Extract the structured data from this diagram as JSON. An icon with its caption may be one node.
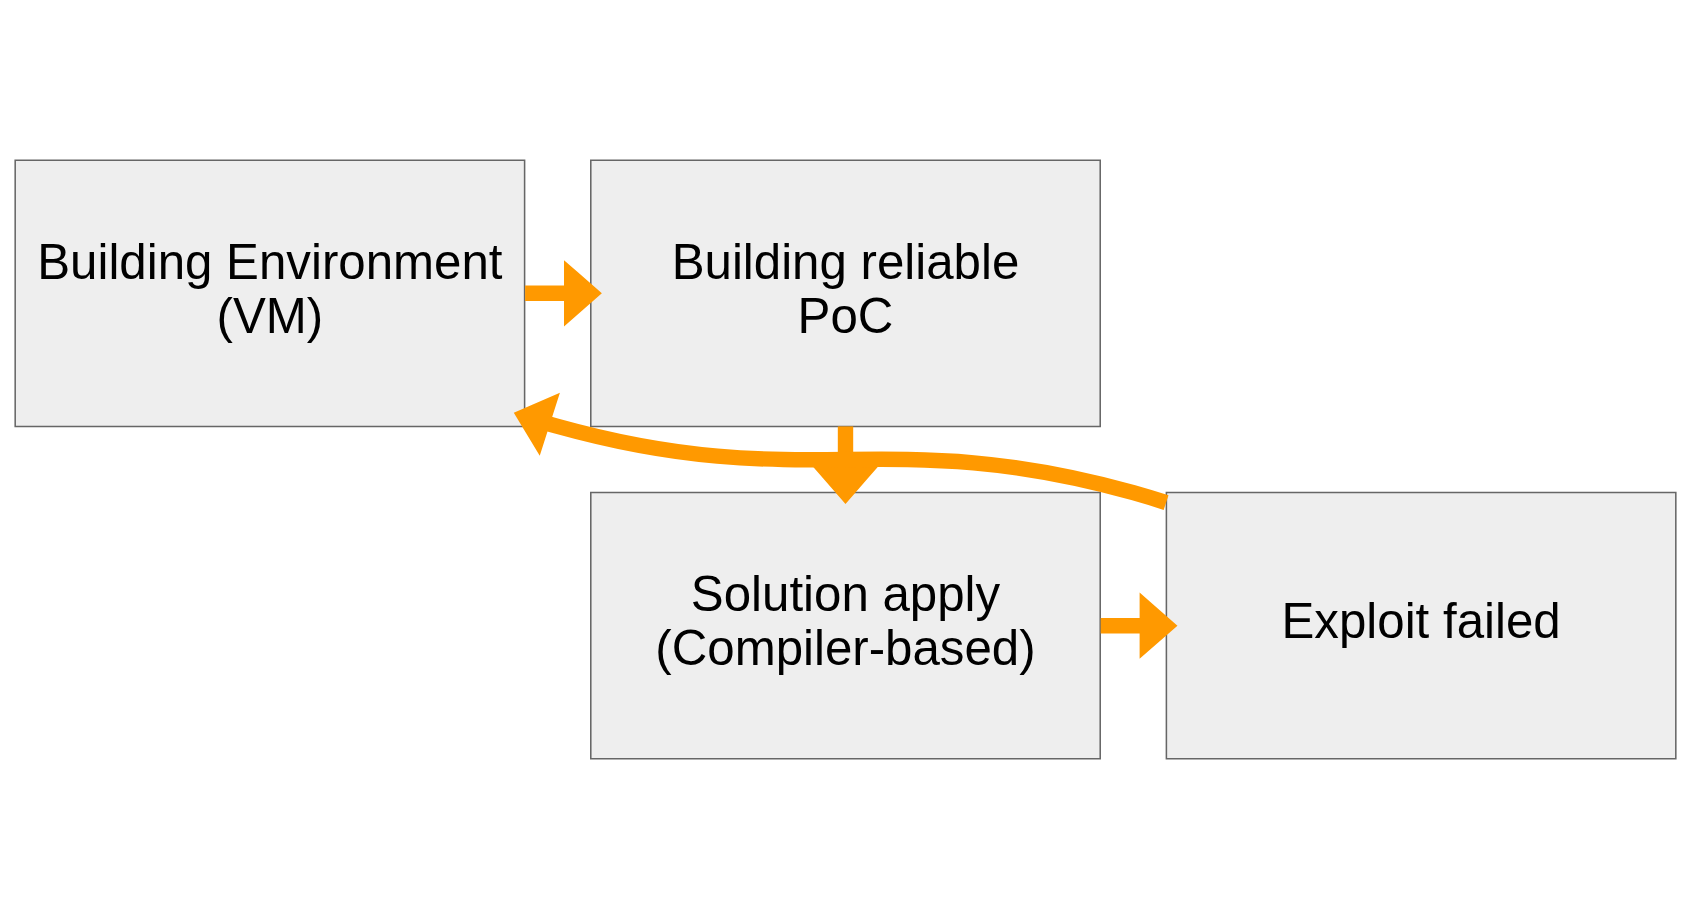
{
  "diagram": {
    "nodes": [
      {
        "text": [
          "Building Environment (VM)"
        ]
      },
      {
        "text": [
          "Building reliable PoC"
        ]
      },
      {
        "text": [
          "Solution apply (Compiler-based)"
        ]
      },
      {
        "text": [
          "Exploit failed"
        ]
      }
    ],
    "edges": [
      {
        "from": 0,
        "to": 1,
        "arrow": "to"
      },
      {
        "from": 1,
        "to": 2,
        "arrow": "to"
      },
      {
        "from": 2,
        "to": 3,
        "arrow": "to"
      },
      {
        "from": 3,
        "to": 0,
        "arrow": "to"
      }
    ]
  }
}
